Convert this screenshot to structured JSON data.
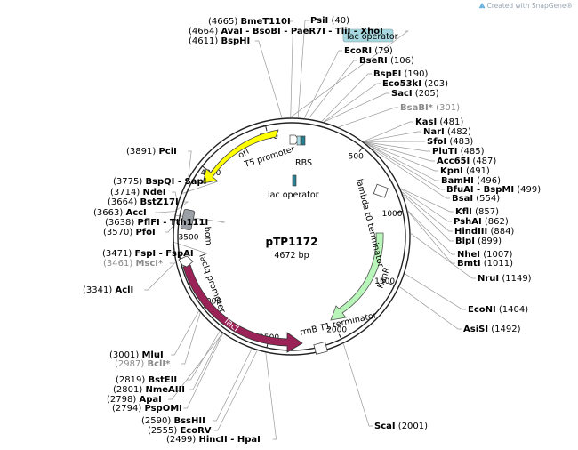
{
  "credit": {
    "icon": "snapgene-logo-icon",
    "text": "Created with SnapGene®"
  },
  "plasmid": {
    "name": "pTP1172",
    "length_label": "4672 bp"
  },
  "ticks": [
    "500",
    "1000",
    "1500",
    "2000",
    "2500",
    "3000",
    "3500",
    "4000",
    "4500"
  ],
  "features": {
    "ori": "ori",
    "t5": "T5 promoter",
    "rbs": "RBS",
    "lacop_inner": "lac operator",
    "lacop_box": "lac operator",
    "bom": "bom",
    "lambda": "lambda t0 terminator",
    "kanr": "KanR",
    "laciq": "lacIq promoter",
    "laci": "lacI",
    "rrnb": "rrnB T1 terminator"
  },
  "sites": [
    {
      "pos": "(4665)",
      "name": "BmeT110I",
      "gray": false
    },
    {
      "pos": "(4664)",
      "name": "AvaI - BsoBI - PaeR7I - TliI - XhoI",
      "gray": false
    },
    {
      "pos": "(4611)",
      "name": "BspHI",
      "gray": false
    },
    {
      "name": "PsiI",
      "pos": "(40)",
      "gray": false
    },
    {
      "name": "EcoRI",
      "pos": "(79)",
      "gray": false
    },
    {
      "name": "BseRI",
      "pos": "(106)",
      "gray": false
    },
    {
      "name": "BspEI",
      "pos": "(190)",
      "gray": false
    },
    {
      "name": "Eco53kI",
      "pos": "(203)",
      "gray": false
    },
    {
      "name": "SacI",
      "pos": "(205)",
      "gray": false
    },
    {
      "name": "BsaBI*",
      "pos": "(301)",
      "gray": true
    },
    {
      "name": "KasI",
      "pos": "(481)",
      "gray": false
    },
    {
      "name": "NarI",
      "pos": "(482)",
      "gray": false
    },
    {
      "name": "SfoI",
      "pos": "(483)",
      "gray": false
    },
    {
      "name": "PluTI",
      "pos": "(485)",
      "gray": false
    },
    {
      "name": "Acc65I",
      "pos": "(487)",
      "gray": false
    },
    {
      "name": "KpnI",
      "pos": "(491)",
      "gray": false
    },
    {
      "name": "BamHI",
      "pos": "(496)",
      "gray": false
    },
    {
      "name": "BfuAI - BspMI",
      "pos": "(499)",
      "gray": false
    },
    {
      "name": "BsaI",
      "pos": "(554)",
      "gray": false
    },
    {
      "name": "KflI",
      "pos": "(857)",
      "gray": false
    },
    {
      "name": "PshAI",
      "pos": "(862)",
      "gray": false
    },
    {
      "name": "HindIII",
      "pos": "(884)",
      "gray": false
    },
    {
      "name": "BlpI",
      "pos": "(899)",
      "gray": false
    },
    {
      "name": "NheI",
      "pos": "(1007)",
      "gray": false
    },
    {
      "name": "BmtI",
      "pos": "(1011)",
      "gray": false
    },
    {
      "name": "NruI",
      "pos": "(1149)",
      "gray": false
    },
    {
      "name": "EcoNI",
      "pos": "(1404)",
      "gray": false
    },
    {
      "name": "AsiSI",
      "pos": "(1492)",
      "gray": false
    },
    {
      "name": "ScaI",
      "pos": "(2001)",
      "gray": false
    },
    {
      "pos": "(3891)",
      "name": "PciI",
      "gray": false
    },
    {
      "pos": "(3775)",
      "name": "BspQI - SapI",
      "gray": false
    },
    {
      "pos": "(3714)",
      "name": "NdeI",
      "gray": false
    },
    {
      "pos": "(3664)",
      "name": "BstZ17I",
      "gray": false
    },
    {
      "pos": "(3663)",
      "name": "AccI",
      "gray": false
    },
    {
      "pos": "(3638)",
      "name": "PflFI - Tth111I",
      "gray": false
    },
    {
      "pos": "(3570)",
      "name": "PfoI",
      "gray": false
    },
    {
      "pos": "(3471)",
      "name": "FspI - FspAI",
      "gray": false
    },
    {
      "pos": "(3461)",
      "name": "MscI*",
      "gray": true
    },
    {
      "pos": "(3341)",
      "name": "AclI",
      "gray": false
    },
    {
      "pos": "(3001)",
      "name": "MluI",
      "gray": false
    },
    {
      "pos": "(2987)",
      "name": "BclI*",
      "gray": true
    },
    {
      "pos": "(2819)",
      "name": "BstEII",
      "gray": false
    },
    {
      "pos": "(2801)",
      "name": "NmeAIII",
      "gray": false
    },
    {
      "pos": "(2798)",
      "name": "ApaI",
      "gray": false
    },
    {
      "pos": "(2794)",
      "name": "PspOMI",
      "gray": false
    },
    {
      "pos": "(2590)",
      "name": "BssHII",
      "gray": false
    },
    {
      "pos": "(2555)",
      "name": "EcoRV",
      "gray": false
    },
    {
      "pos": "(2499)",
      "name": "HincII - HpaI",
      "gray": false
    }
  ],
  "colors": {
    "ori": "#ffff00",
    "bom": "#9aa0a6",
    "kanr": "#b8f5b8",
    "laci": "#9b2257",
    "lacop_box": "#a8d8e0",
    "rbs": "#2a7f90",
    "lead": "#9a9a9a",
    "gray_text": "#8a8a8a"
  }
}
